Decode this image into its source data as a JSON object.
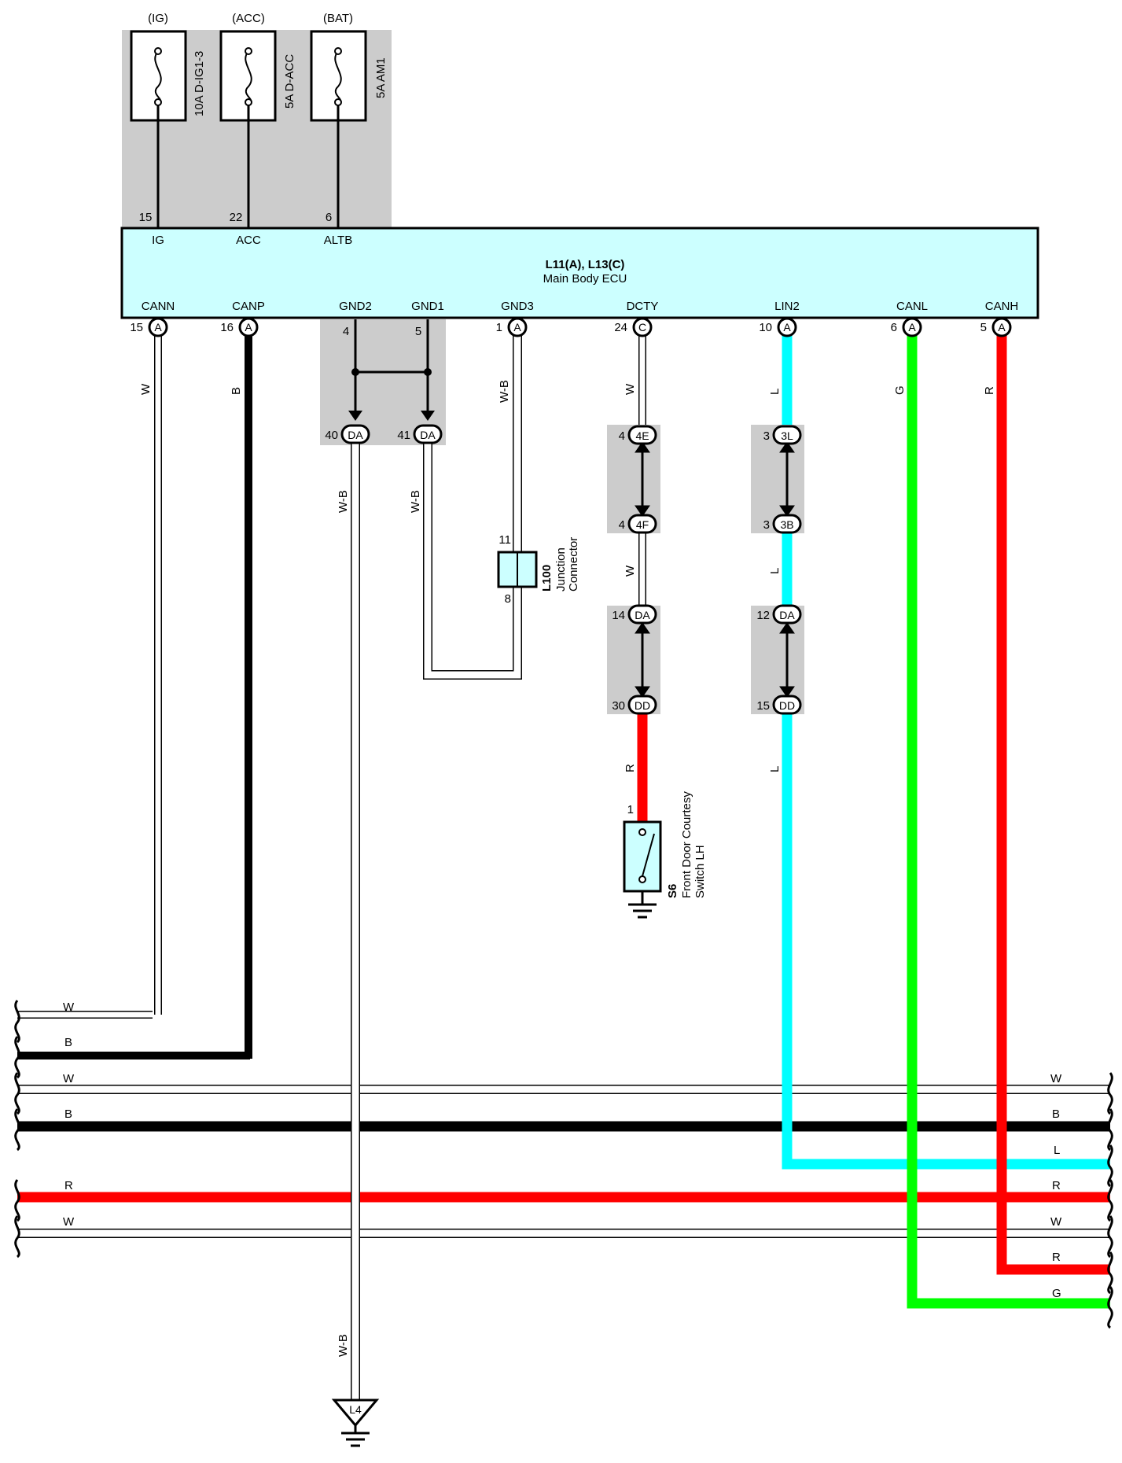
{
  "fuses": [
    {
      "source": "(IG)",
      "name": "10A D-IG1-3",
      "pin": "15",
      "ecu_terminal": "IG"
    },
    {
      "source": "(ACC)",
      "name": "5A D-ACC",
      "pin": "22",
      "ecu_terminal": "ACC"
    },
    {
      "source": "(BAT)",
      "name": "5A AM1",
      "pin": "6",
      "ecu_terminal": "ALTB"
    }
  ],
  "ecu": {
    "id": "L11(A), L13(C)",
    "name": "Main Body ECU",
    "terminals": [
      "CANN",
      "CANP",
      "GND2",
      "GND1",
      "GND3",
      "DCTY",
      "LIN2",
      "CANL",
      "CANH"
    ],
    "pins": [
      {
        "num": "15",
        "conn": "A"
      },
      {
        "num": "16",
        "conn": "A"
      },
      {
        "num": "4",
        "conn": ""
      },
      {
        "num": "5",
        "conn": ""
      },
      {
        "num": "1",
        "conn": "A"
      },
      {
        "num": "24",
        "conn": "C"
      },
      {
        "num": "10",
        "conn": "A"
      },
      {
        "num": "6",
        "conn": "A"
      },
      {
        "num": "5",
        "conn": "A"
      }
    ]
  },
  "wire_labels": {
    "cann": "W",
    "canp": "B",
    "gnd3": "W-B",
    "dcty1": "W",
    "dcty2": "W",
    "dcty3": "R",
    "lin1": "L",
    "lin2": "L",
    "lin3": "L",
    "canl": "G",
    "canh": "R",
    "gnd_da40": "W-B",
    "gnd_da41": "W-B",
    "gnd_low": "W-B"
  },
  "connectors": [
    {
      "id": "DA",
      "pin": "40"
    },
    {
      "id": "DA",
      "pin": "41"
    },
    {
      "id": "4E",
      "pin": "4"
    },
    {
      "id": "4F",
      "pin": "4"
    },
    {
      "id": "DA",
      "pin": "14"
    },
    {
      "id": "DD",
      "pin": "30"
    },
    {
      "id": "3L",
      "pin": "3"
    },
    {
      "id": "3B",
      "pin": "3"
    },
    {
      "id": "DA",
      "pin": "12"
    },
    {
      "id": "DD",
      "pin": "15"
    }
  ],
  "junction": {
    "id": "L100",
    "name1": "Junction",
    "name2": "Connector",
    "pin_top": "11",
    "pin_bottom": "8"
  },
  "switch": {
    "id": "S6",
    "name1": "Front Door Courtesy",
    "name2": "Switch LH",
    "pin": "1"
  },
  "ground": {
    "id": "L4"
  },
  "bus_lines": {
    "left": [
      "W",
      "B",
      "W",
      "B",
      "R",
      "W"
    ],
    "right": [
      "W",
      "B",
      "L",
      "R",
      "W",
      "R",
      "G"
    ]
  },
  "colors": {
    "white_wire": "#ffffff",
    "black_wire": "#000000",
    "light_blue_wire": "#00ffff",
    "green_wire": "#00ff00",
    "red_wire": "#ff0000",
    "ecu_fill": "#ccffff",
    "connector_shade": "#cccccc"
  }
}
